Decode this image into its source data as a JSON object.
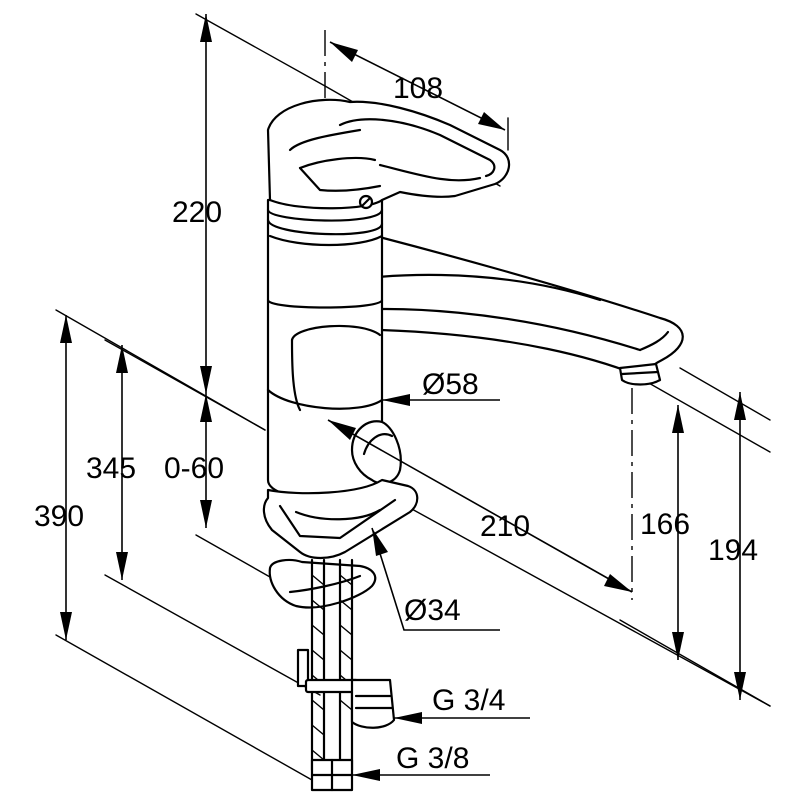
{
  "dimensions": {
    "spout_reach_top": "108",
    "total_height": "220",
    "body_diameter": "Ø58",
    "spout_reach": "210",
    "mount_hole": "Ø34",
    "height_345": "345",
    "adjust_range": "0-60",
    "height_390": "390",
    "spout_height": "166",
    "max_height": "194",
    "hose_thread_3_4": "G 3/4",
    "hose_thread_3_8": "G 3/8"
  }
}
